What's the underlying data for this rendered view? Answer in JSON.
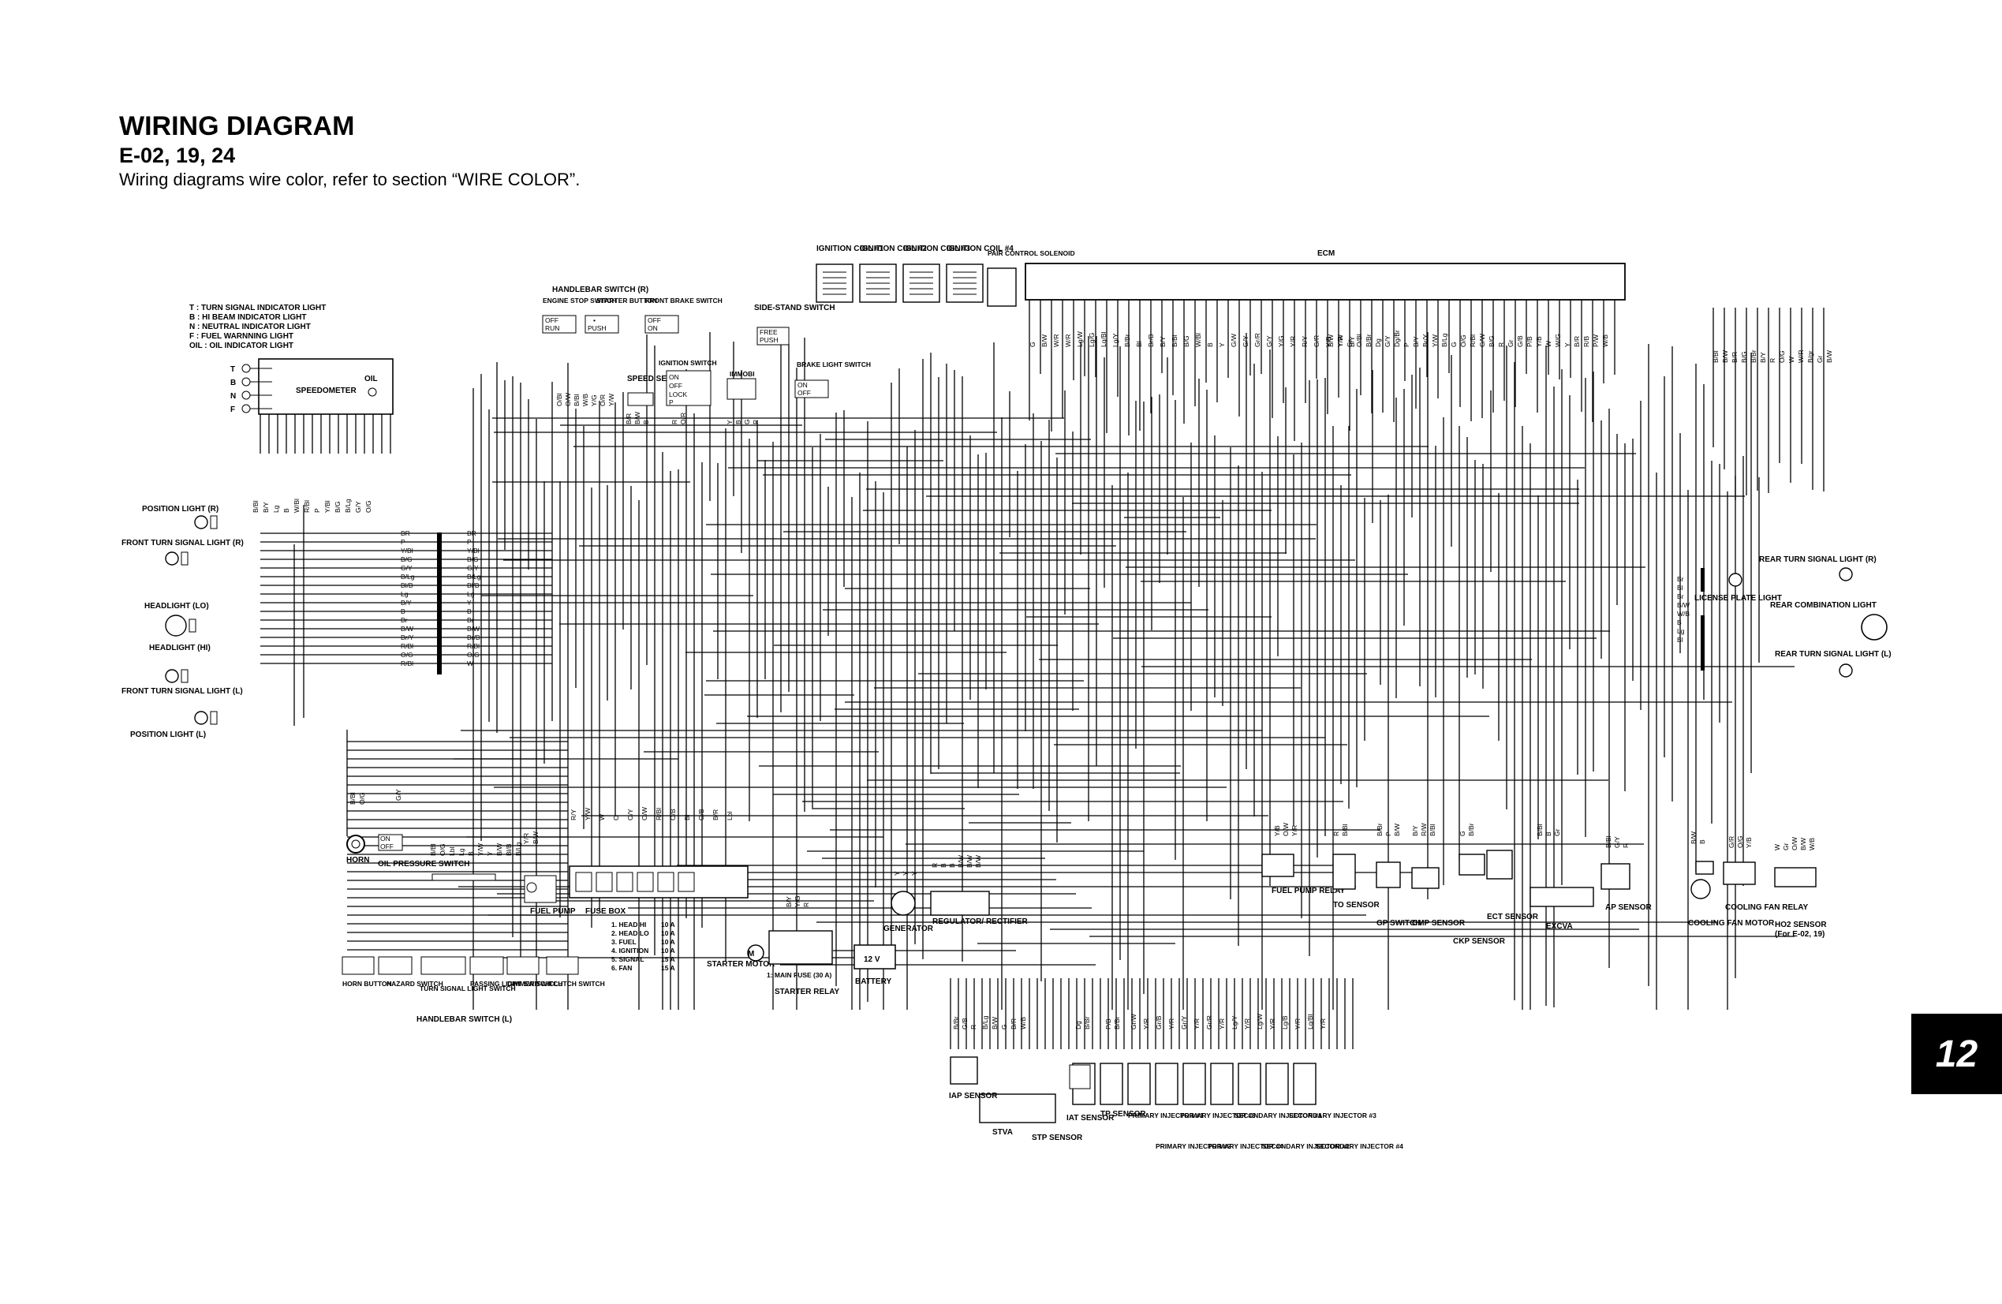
{
  "header": {
    "title": "WIRING DIAGRAM",
    "subtitle": "E-02, 19, 24",
    "note": "Wiring diagrams wire color, refer to section “WIRE COLOR”."
  },
  "page_tab": "12",
  "indicator_legend": [
    "T   : TURN SIGNAL INDICATOR LIGHT",
    "B   : HI BEAM INDICATOR LIGHT",
    "N   : NEUTRAL INDICATOR LIGHT",
    "F   : FUEL WARNNING LIGHT",
    "OIL : OIL INDICATOR LIGHT"
  ],
  "speedometer": {
    "label": "SPEEDOMETER",
    "oil": "OIL",
    "indicators": [
      "T",
      "B",
      "N",
      "F"
    ]
  },
  "front_lights": [
    "POSITION LIGHT (R)",
    "FRONT TURN SIGNAL LIGHT (R)",
    "HEADLIGHT (LO)",
    "HEADLIGHT (HI)",
    "FRONT TURN SIGNAL LIGHT (L)",
    "POSITION LIGHT (L)"
  ],
  "harness_left_colors": [
    "BR",
    "P",
    "Y/Bl",
    "B/G",
    "G/Y",
    "B/Lg",
    "Bl/B",
    "Lg",
    "B/Y",
    "B",
    "Br",
    "B/W",
    "Br/Y",
    "R/Bl",
    "O/G",
    "R/Bl"
  ],
  "harness_right_colors": [
    "BR",
    "P",
    "Y/Bl",
    "B/G",
    "G/Y",
    "B/Lg",
    "Bl/B",
    "Lg",
    "Y",
    "B",
    "Br",
    "B/W",
    "Br/B",
    "R/Bl",
    "O/G",
    "W"
  ],
  "handlebar_r": {
    "title": "HANDLEBAR SWITCH (R)",
    "switches": [
      "ENGINE STOP SWITCH",
      "STARTER BUTTON",
      "FRONT BRAKE SWITCH"
    ],
    "engine_stop_states": [
      "OFF",
      "RUN"
    ],
    "starter_states": [
      "•",
      "PUSH"
    ],
    "brake_states": [
      "OFF",
      "ON"
    ]
  },
  "center_top": {
    "speed_sensor": "SPEED SENSOR",
    "ignition_switch": "IGNITION SWITCH",
    "ignition_states": [
      "ON",
      "OFF",
      "LOCK",
      "P"
    ],
    "immobi": "IMMOBI",
    "side_stand": "SIDE-STAND SWITCH",
    "side_stand_states": [
      "FREE",
      "PUSH"
    ],
    "brake_light": "BRAKE LIGHT SWITCH",
    "brake_light_states": [
      "ON",
      "OFF"
    ]
  },
  "top_components": [
    "IGNITION COIL #1",
    "IGNITION COIL #2",
    "IGNITION COIL #3",
    "IGNITION COIL #4",
    "PAIR CONTROL SOLENOID"
  ],
  "ecm": {
    "label": "ECM"
  },
  "ecm_pins_a": [
    "G",
    "B/W",
    "W/R",
    "W/R",
    "Lg/W",
    "Lg/G",
    "Lg/Bl",
    "Lg/Y",
    "B/Br",
    "Bl",
    "Br/B",
    "B/Y",
    "B/Bl",
    "B/G",
    "W/Bl",
    "B",
    "Y",
    "G/W",
    "G/Y",
    "Gr/R",
    "G/Y",
    "Y/G",
    "Y/R",
    "R/Y",
    "G/R",
    "Y/B",
    "Y/W",
    "B/Y"
  ],
  "ecm_pins_b": [
    "B/W",
    "Y/R",
    "Gr",
    "O/Bl",
    "B/Br",
    "Dg",
    "G/Y",
    "Dg/Br",
    "P",
    "B/Y",
    "Br/Y",
    "Y/W",
    "B/Lg",
    "G",
    "O/G",
    "R/Bl",
    "G/W",
    "B/G",
    "R",
    "Gr",
    "G/B",
    "P/B",
    "Y/B",
    "W",
    "W/G",
    "Y",
    "B/R",
    "R/B",
    "P/W",
    "W/B"
  ],
  "ecm_pins_c": [
    "B/Bl",
    "B/W",
    "B/R",
    "B/G",
    "B/Br",
    "B/Y",
    "R",
    "O/G",
    "W",
    "W/R",
    "B/gr",
    "Gr",
    "B/W"
  ],
  "rear_lights": [
    "REAR TURN SIGNAL LIGHT (R)",
    "LICENSE PLATE LIGHT",
    "REAR COMBINATION LIGHT",
    "REAR TURN SIGNAL LIGHT (L)"
  ],
  "rear_wires": [
    "Br",
    "Bl",
    "Br",
    "B/W",
    "W/B",
    "B",
    "Lg",
    "Bl"
  ],
  "left_bottom": {
    "horn": "HORN",
    "oil_pressure": "OIL PRESSURE SWITCH",
    "oil_states": [
      "ON",
      "OFF"
    ],
    "fuel_pump": "FUEL PUMP",
    "handlebar_l_title": "HANDLEBAR SWITCH (L)",
    "switches": [
      "HORN BUTTON",
      "HAZARD SWITCH",
      "TURN SIGNAL LIGHT SWITCH",
      "PASSING LIGHT SWITCH",
      "DIMMER SWITCH",
      "CLUTCH SWITCH"
    ]
  },
  "fuse_box": {
    "title": "FUSE BOX",
    "fuses": [
      {
        "name": "1. HEAD HI",
        "amp": "10 A"
      },
      {
        "name": "2. HEAD LO",
        "amp": "10 A"
      },
      {
        "name": "3. FUEL",
        "amp": "10 A"
      },
      {
        "name": "4. IGNITION",
        "amp": "10 A"
      },
      {
        "name": "5. SIGNAL",
        "amp": "15 A"
      },
      {
        "name": "6. FAN",
        "amp": "15 A"
      }
    ]
  },
  "power": {
    "starter_motor": "STARTER MOTOR",
    "starter_relay": "STARTER RELAY",
    "main_fuse": "1: MAIN FUSE (30 A)",
    "battery": "BATTERY",
    "battery_v": "12 V",
    "generator": "GENERATOR",
    "regulator": "REGULATOR/ RECTIFIER"
  },
  "right_bottom": [
    "FUEL PUMP RELAY",
    "TO SENSOR",
    "GP SWITCH",
    "CMP SENSOR",
    "CKP SENSOR",
    "ECT SENSOR",
    "EXCVA",
    "AP SENSOR",
    "COOLING FAN MOTOR",
    "COOLING FAN RELAY",
    "HO2 SENSOR",
    "(For E-02, 19)"
  ],
  "bottom_sensors": [
    "IAP SENSOR",
    "STVA",
    "STP SENSOR",
    "IAT SENSOR",
    "TP SENSOR",
    "PRIMARY INJECTOR #1",
    "PRIMARY INJECTOR #2",
    "PRIMARY INJECTOR #3",
    "PRIMARY INJECTOR #4",
    "SECONDARY INJECTOR #1",
    "SECONDARY INJECTOR #2",
    "SECONDARY INJECTOR #3",
    "SECONDARY INJECTOR #4"
  ],
  "connector_labels": {
    "cluster": [
      "B/Bl",
      "B/Y",
      "Lg",
      "B",
      "W/Bl",
      "R/Bl",
      "P",
      "Y/Bl",
      "B/G",
      "B/Lg",
      "G/Y",
      "O/G"
    ],
    "hbr": [
      "O/Bl",
      "O/W",
      "B/Bl",
      "W/B",
      "Y/G",
      "O/R",
      "Y/W"
    ],
    "speed": [
      "B/R",
      "B/W",
      "B"
    ],
    "ign": [
      "R",
      "O/R"
    ],
    "immobi": [
      "Y",
      "B",
      "G",
      "R"
    ],
    "horn": [
      "B/Bl",
      "O/G"
    ],
    "oilp": [
      "G/Y"
    ],
    "hbl": [
      "B/Bl",
      "O/G",
      "Lbl",
      "Lg",
      "B",
      "Y/W",
      "Y",
      "B/W",
      "Bl/B",
      "B/Lg"
    ],
    "fuel": [
      "Y/R",
      "B/W"
    ],
    "fusebox": [
      "R/Y",
      "Y/W",
      "W",
      "O",
      "O/Y",
      "O/W",
      "R/Bl",
      "O/B",
      "Bl",
      "O/B",
      "B/R",
      "Lbl"
    ],
    "relay": [
      "B/Y",
      "Y/G",
      "R"
    ],
    "gen": [
      "Y",
      "Y",
      "Y"
    ],
    "reg": [
      "R",
      "B",
      "B",
      "B/W",
      "B/W",
      "B/W"
    ],
    "fpr": [
      "Y/B",
      "O/W",
      "Y/R"
    ],
    "to": [
      "R",
      "B/Bl"
    ],
    "gp": [
      "B/Br",
      "P",
      "B/W"
    ],
    "cmp": [
      "B/Y",
      "R/W",
      "B/Bl"
    ],
    "ect": [
      "G",
      "B/Br"
    ],
    "excva": [
      "B/Bl",
      "B",
      "Gr"
    ],
    "ap": [
      "B/Bl",
      "G/Y",
      "R"
    ],
    "fan": [
      "B/W",
      "B"
    ],
    "fanr": [
      "G/R",
      "O/G",
      "Y/B"
    ],
    "ho2": [
      "W",
      "Gr",
      "O/W",
      "B/W",
      "W/B"
    ],
    "iap": [
      "B/Br",
      "G/B",
      "R"
    ],
    "stva": [
      "B/Lg",
      "B/W",
      "G",
      "B/R",
      "W/B"
    ],
    "iat": [
      "Dg",
      "B/Br"
    ],
    "tp": [
      "P/B",
      "B/Br"
    ],
    "inj": [
      "Gr/W",
      "Y/R",
      "Gr/B",
      "Y/R",
      "Gr/Y",
      "Y/R",
      "Gr/R",
      "Y/R",
      "Lg/Y",
      "Y/R",
      "Lg/W",
      "Y/R",
      "Lg/B",
      "Y/R",
      "Lg/Bl",
      "Y/R"
    ]
  }
}
